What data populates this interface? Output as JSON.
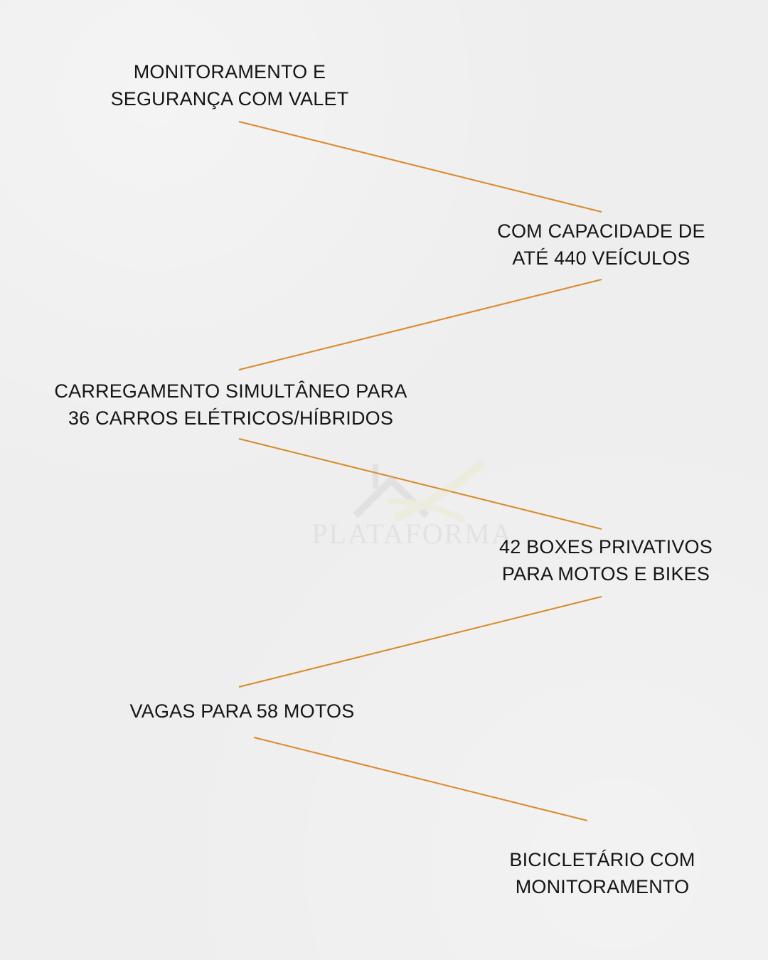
{
  "features": [
    {
      "lines": [
        "MONITORAMENTO E",
        "SEGURANÇA COM VALET"
      ]
    },
    {
      "lines": [
        "COM CAPACIDADE DE",
        "ATÉ 440 VEÍCULOS"
      ]
    },
    {
      "lines": [
        "CARREGAMENTO SIMULTÂNEO PARA",
        "36 CARROS ELÉTRICOS/HÍBRIDOS"
      ]
    },
    {
      "lines": [
        "42 BOXES PRIVATIVOS",
        "PARA MOTOS E BIKES"
      ]
    },
    {
      "lines": [
        "VAGAS PARA 58 MOTOS"
      ]
    },
    {
      "lines": [
        "BICICLETÁRIO COM",
        "MONITORAMENTO"
      ]
    }
  ],
  "watermark": {
    "text": "PLATAFORMA",
    "icon": "house-roof-logo-icon"
  },
  "colors": {
    "background": "#eeeeee",
    "text": "#151515",
    "connector": "#d98a2b",
    "watermark_yellow": "#e8e5a7",
    "watermark_gray": "#b7b7b7"
  }
}
